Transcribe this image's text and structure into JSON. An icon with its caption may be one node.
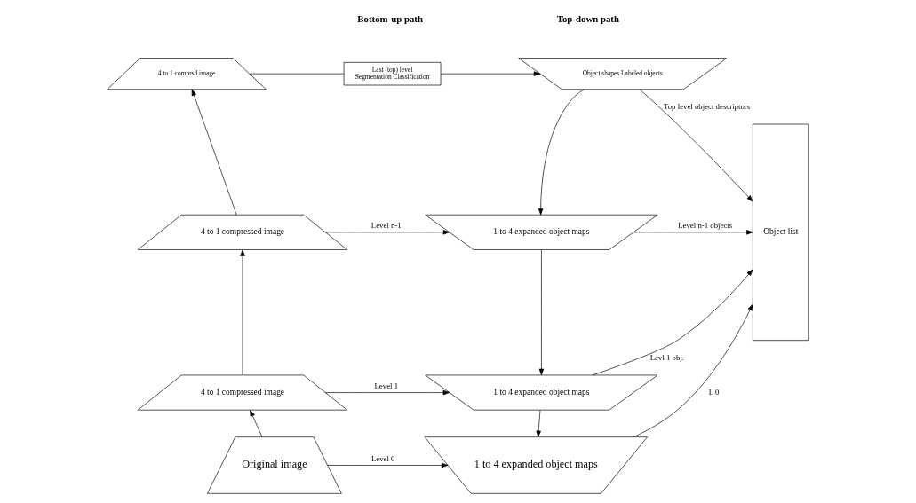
{
  "diagram": {
    "nodes": [
      {
        "text": [
          "4 to 1 comprsd image"
        ]
      },
      {
        "text": [
          "Last (top) level",
          "Segmentation Classification"
        ]
      },
      {
        "text": [
          "Object shapes Labeled objects"
        ]
      },
      {
        "text": [
          "4 to 1 compressed image"
        ]
      },
      {
        "text": [
          "1 to 4 expanded object maps"
        ]
      },
      {
        "text": [
          "4 to 1 compressed image"
        ]
      },
      {
        "text": [
          "1 to 4 expanded object maps"
        ]
      },
      {
        "text": [
          "Original image"
        ]
      },
      {
        "text": [
          "1 to 4 expanded object maps"
        ]
      },
      {
        "text": [
          "Object list"
        ]
      }
    ],
    "edges": [
      {
        "from": 7,
        "to": 5,
        "arrow": "to"
      },
      {
        "from": 5,
        "to": 3,
        "arrow": "to"
      },
      {
        "from": 3,
        "to": 0,
        "arrow": "to"
      },
      {
        "from": 0,
        "to": 1,
        "arrow": "none"
      },
      {
        "from": 1,
        "to": 2,
        "arrow": "to"
      },
      {
        "from": 2,
        "to": 9,
        "label": "Top level object descriptors",
        "arrow": "to"
      },
      {
        "from": 2,
        "to": 4,
        "arrow": "to"
      },
      {
        "from": 3,
        "to": 4,
        "label": "Level n-1",
        "arrow": "to"
      },
      {
        "from": 4,
        "to": 9,
        "label": "Level n-1 objects",
        "arrow": "to"
      },
      {
        "from": 4,
        "to": 6,
        "arrow": "to"
      },
      {
        "from": 5,
        "to": 6,
        "label": "Level 1",
        "arrow": "to"
      },
      {
        "from": 6,
        "to": 9,
        "label": "Levl 1 obj.",
        "arrow": "to"
      },
      {
        "from": 6,
        "to": 8,
        "arrow": "to"
      },
      {
        "from": 7,
        "to": 8,
        "label": "Level 0",
        "arrow": "to"
      },
      {
        "from": 8,
        "to": 9,
        "label": "L 0",
        "arrow": "to"
      }
    ],
    "labels": [
      "Bottom-up path",
      "Top-down path"
    ]
  }
}
